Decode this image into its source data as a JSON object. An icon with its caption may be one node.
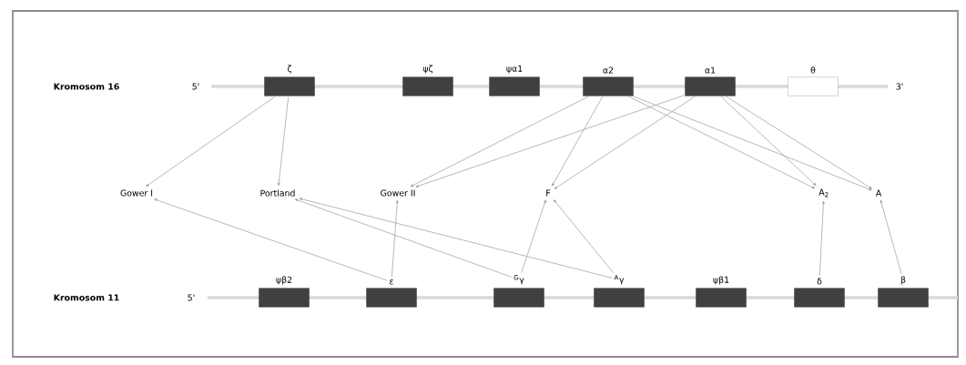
{
  "diagram": {
    "nodes": [
      {
        "text": [
          "ζ"
        ]
      },
      {
        "text": [
          "ψζ"
        ]
      },
      {
        "text": [
          "ψα1"
        ]
      },
      {
        "text": [
          "α2"
        ]
      },
      {
        "text": [
          "α1"
        ]
      },
      {
        "text": [
          "θ"
        ]
      },
      {
        "text": [
          "Gower I"
        ]
      },
      {
        "text": [
          "Portland"
        ]
      },
      {
        "text": [
          "Gower II"
        ]
      },
      {
        "text": [
          "F"
        ]
      },
      {
        "text": [
          "A$_{2}$"
        ]
      },
      {
        "text": [
          "A"
        ]
      },
      {
        "text": [
          "ψβ2"
        ]
      },
      {
        "text": [
          "ε"
        ]
      },
      {
        "text": [
          "$^{G}$γ"
        ]
      },
      {
        "text": [
          "$^{A}$γ"
        ]
      },
      {
        "text": [
          "ψβ1"
        ]
      },
      {
        "text": [
          "δ"
        ]
      },
      {
        "text": [
          "β"
        ]
      }
    ],
    "edges": [
      {
        "from": 0,
        "to": 6,
        "arrow": "to"
      },
      {
        "from": 0,
        "to": 7,
        "arrow": "to"
      },
      {
        "from": 3,
        "to": 8,
        "arrow": "to"
      },
      {
        "from": 3,
        "to": 9,
        "arrow": "to"
      },
      {
        "from": 3,
        "to": 10,
        "arrow": "to"
      },
      {
        "from": 3,
        "to": 11,
        "arrow": "to"
      },
      {
        "from": 4,
        "to": 8,
        "arrow": "to"
      },
      {
        "from": 4,
        "to": 9,
        "arrow": "to"
      },
      {
        "from": 4,
        "to": 10,
        "arrow": "to"
      },
      {
        "from": 4,
        "to": 11,
        "arrow": "to"
      },
      {
        "from": 13,
        "to": 6,
        "arrow": "to"
      },
      {
        "from": 13,
        "to": 8,
        "arrow": "to"
      },
      {
        "from": 14,
        "to": 7,
        "arrow": "to"
      },
      {
        "from": 14,
        "to": 9,
        "arrow": "to"
      },
      {
        "from": 15,
        "to": 7,
        "arrow": "to"
      },
      {
        "from": 15,
        "to": 9,
        "arrow": "to"
      },
      {
        "from": 17,
        "to": 10,
        "arrow": "to"
      },
      {
        "from": 18,
        "to": 11,
        "arrow": "to"
      }
    ],
    "labels": [
      "Kromosom 16",
      "5'",
      "3'",
      "Kromosom 11",
      "5'"
    ]
  }
}
